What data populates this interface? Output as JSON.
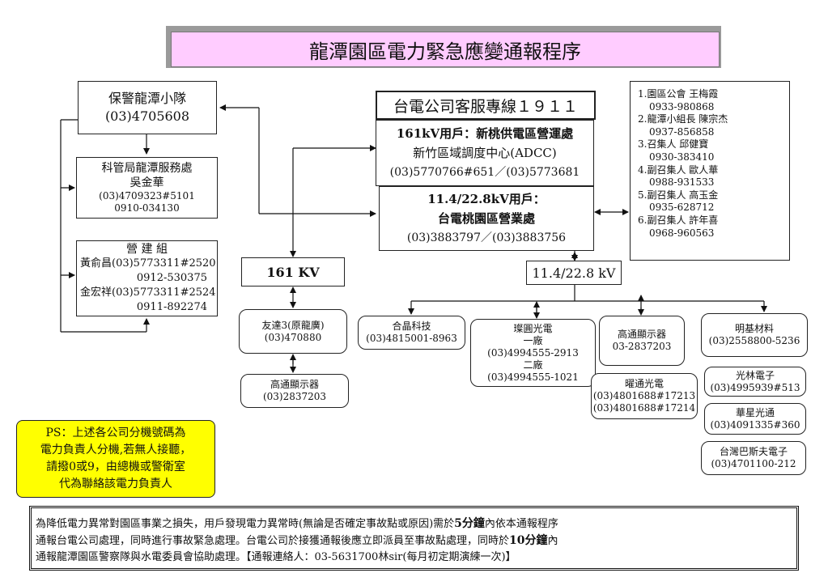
{
  "title": "龍潭園區電力緊急應變通報程序",
  "security": {
    "name": "保警龍潭小隊",
    "phone": "(03)4705608"
  },
  "sci_bureau": {
    "line1": "科管局龍潭服務處",
    "line2": "吳金華",
    "line3": "(03)4709323#5101",
    "line4": "0910-034130"
  },
  "construction": {
    "line1": "營 建 組",
    "line2": "黃俞昌(03)5773311#2520",
    "line3": "0912-530375",
    "line4": "金宏祥(03)5773311#2524",
    "line5": "0911-892274"
  },
  "taipower_hotline": "台電公司客服專線１９１１",
  "kv161_user": {
    "line1": "161kV用戶：新桃供電區營運處",
    "line2": "新竹區域調度中心(ADCC)",
    "line3": "(03)5770766#651／(03)5773681"
  },
  "kv11_user": {
    "line1": "11.4/22.8kV用戶：",
    "line2": "台電桃園區營業處",
    "line3": "(03)3883797／(03)3883756"
  },
  "contacts": [
    {
      "title": "1.園區公會 王梅霞",
      "phone": "0933-980868"
    },
    {
      "title": "2.龍潭小組長  陳宗杰",
      "phone": "0937-856858"
    },
    {
      "title": "3.召集人 邱健寶",
      "phone": "0930-383410"
    },
    {
      "title": "4.副召集人 歐人華",
      "phone": "0988-931533"
    },
    {
      "title": "5.副召集人 高玉金",
      "phone": "0935-628712"
    },
    {
      "title": "6.副召集人 許年喜",
      "phone": "0968-960563"
    }
  ],
  "label_161": "161  KV",
  "label_114": "11.4/22.8 kV",
  "youda": {
    "line1": "友達3(原龍廣)",
    "line2": "(03)470880"
  },
  "qualcomm1": {
    "line1": "高通顯示器",
    "line2": "(03)2837203"
  },
  "hejing": {
    "line1": "合晶科技",
    "line2": "(03)4815001-8963"
  },
  "huanyuan": {
    "line1": "璨圓光電",
    "line2": "一廠",
    "line3": "(03)4994555-2913",
    "line4": "二廠",
    "line5": "(03)4994555-1021"
  },
  "qualcomm2": {
    "line1": "高通顯示器",
    "line2": "03-2837203"
  },
  "yaotong": {
    "line1": "曜通光電",
    "line2": "(03)4801688#17213",
    "line3": "(03)4801688#17214"
  },
  "mingji": {
    "line1": "明基材料",
    "line2": "(03)2558800-5236"
  },
  "guanglin": {
    "line1": "光林電子",
    "line2": "(03)4995939#513"
  },
  "huaxing": {
    "line1": "華星光通",
    "line2": "(03)4091335#360"
  },
  "basf": {
    "line1": "台灣巴斯夫電子",
    "line2": "(03)4701100-212"
  },
  "ps": {
    "line1": "PS：上述各公司分機號碼為",
    "line2": "電力負責人分機,若無人接聽，",
    "line3": "請撥0或9，由總機或警衛室",
    "line4": "代為聯絡該電力負責人"
  },
  "notice": {
    "l1a": "為降低電力異常對園區事業之損失，用戶發現電力異常時(無論是否確定事故點或原因)需於",
    "l1b": "5分鐘",
    "l1c": "內依本通報程序",
    "l2a": "通報台電公司處理，同時進行事故緊急處理。台電公司於接獲通報後應立即派員至事故點處理，同時於",
    "l2b": "10分鐘",
    "l2c": "內",
    "l3": "通報龍潭園區警察隊與水電委員會協助處理。【通報連絡人：03-5631700林sir(每月初定期演練一次)】"
  },
  "colors": {
    "title_bg": "#ffccff",
    "ps_bg": "#ffff00"
  }
}
